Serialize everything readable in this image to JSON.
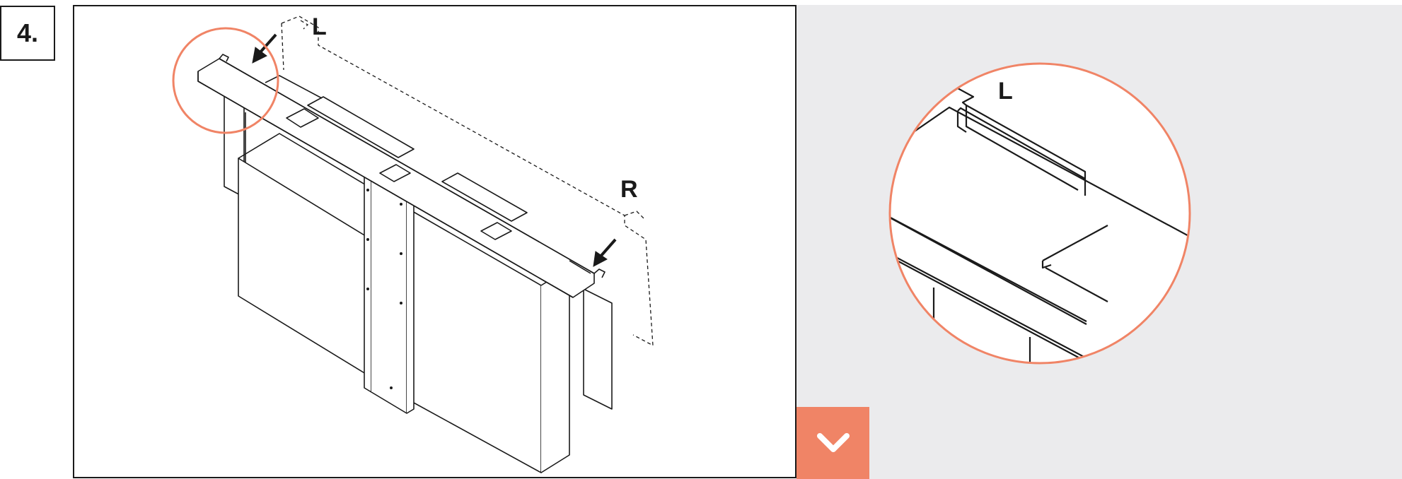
{
  "step": {
    "number": "4."
  },
  "main_figure": {
    "label_left": "L",
    "label_right": "R"
  },
  "detail_figure": {
    "label": "L"
  },
  "expand_button": {
    "icon": "chevron-down-icon"
  },
  "colors": {
    "accent": "#f08466",
    "line": "#1a1a1a",
    "detail_bg": "#ebebed"
  }
}
